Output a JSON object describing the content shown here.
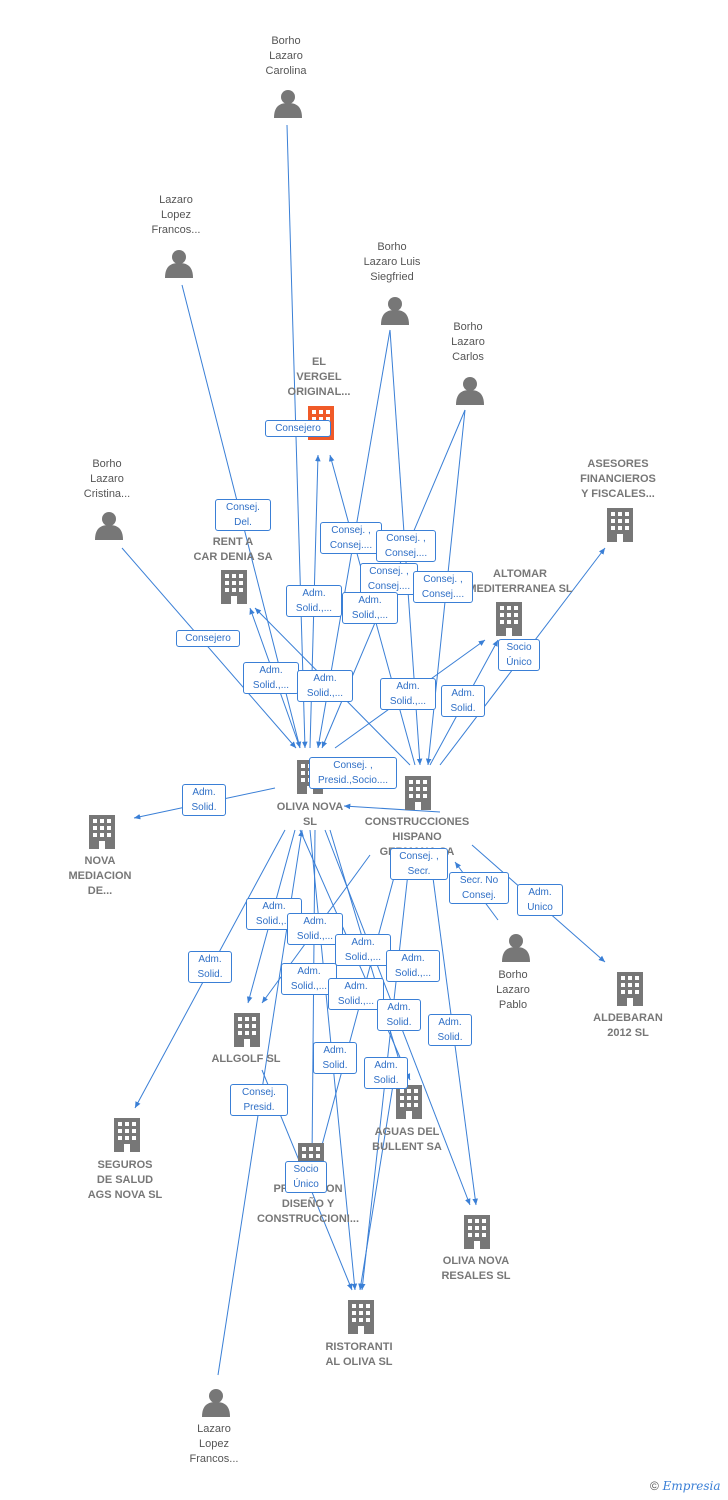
{
  "colors": {
    "edge": "#3a7fd6",
    "icon": "#777777",
    "focus": "#f05a28"
  },
  "nodes": {
    "borho_carolina": {
      "label": "Borho\nLazaro\nCarolina",
      "type": "person"
    },
    "lazaro_lopez_1": {
      "label": "Lazaro\nLopez\nFrancos...",
      "type": "person"
    },
    "borho_luis": {
      "label": "Borho\nLazaro Luis\nSiegfried",
      "type": "person"
    },
    "borho_carlos": {
      "label": "Borho\nLazaro\nCarlos",
      "type": "person"
    },
    "el_vergel": {
      "label": "EL\nVERGEL\nORIGINAL...",
      "type": "company-focus"
    },
    "borho_cristina": {
      "label": "Borho\nLazaro\nCristina...",
      "type": "person"
    },
    "asesores": {
      "label": "ASESORES\nFINANCIEROS\nY FISCALES...",
      "type": "company"
    },
    "rent_a_car": {
      "label": "RENT A\nCAR DENIA SA",
      "type": "company"
    },
    "altomar": {
      "label": "ALTOMAR\nMEDITERRANEA SL",
      "type": "company"
    },
    "oliva_nova": {
      "label": "OLIVA NOVA\nSL",
      "type": "company"
    },
    "construcciones": {
      "label": "CONSTRUCCIONES\nHISPANO\nGERMANA SA",
      "type": "company"
    },
    "nova_mediacion": {
      "label": "NOVA\nMEDIACION\nDE...",
      "type": "company"
    },
    "borho_pablo": {
      "label": "Borho\nLazaro\nPablo",
      "type": "person"
    },
    "aldebaran": {
      "label": "ALDEBARAN\n2012 SL",
      "type": "company"
    },
    "allgolf": {
      "label": "ALLGOLF  SL",
      "type": "company"
    },
    "aguas": {
      "label": "AGUAS DEL\nBULLENT SA",
      "type": "company"
    },
    "seguros": {
      "label": "SEGUROS\nDE SALUD\nAGS NOVA  SL",
      "type": "company"
    },
    "promocion": {
      "label": "PROMOCION\nDISEÑO Y\nCONSTRUCCIONI...",
      "type": "company"
    },
    "oliva_resales": {
      "label": "OLIVA NOVA\nRESALES  SL",
      "type": "company"
    },
    "ristoranti": {
      "label": "RISTORANTI\nAL OLIVA  SL",
      "type": "company"
    },
    "lazaro_lopez_2": {
      "label": "Lazaro\nLopez\nFrancos...",
      "type": "person"
    }
  },
  "edge_labels": [
    "Consejero",
    "Consej.\nDel.",
    "Consejero",
    "Consej. ,\nConsej....",
    "Consej. ,\nConsej....",
    "Consej. ,\nConsej....",
    "Consej. ,\nConsej....",
    "Adm.\nSolid.,...",
    "Adm.\nSolid.,...",
    "Adm.\nSolid.,...",
    "Adm.\nSolid.,...",
    "Adm.\nSolid.,...",
    "Adm.\nSolid.",
    "Socio\nÚnico",
    "Consej. ,\nPresid.,Socio....",
    "Adm.\nSolid.",
    "Consej. ,\nSecr.",
    "Secr.  No\nConsej.",
    "Adm.\nUnico",
    "Adm.\nSolid.,...",
    "Adm.\nSolid.,...",
    "Adm.\nSolid.,...",
    "Adm.\nSolid.,...",
    "Adm.\nSolid.",
    "Adm.\nSolid.,...",
    "Adm.\nSolid.,...",
    "Adm.\nSolid.",
    "Adm.\nSolid.",
    "Adm.\nSolid.",
    "Adm.\nSolid.",
    "Consej.\nPresid.",
    "Socio\nÚnico"
  ],
  "footer": {
    "copyright": "©",
    "brand": "Empresia"
  }
}
